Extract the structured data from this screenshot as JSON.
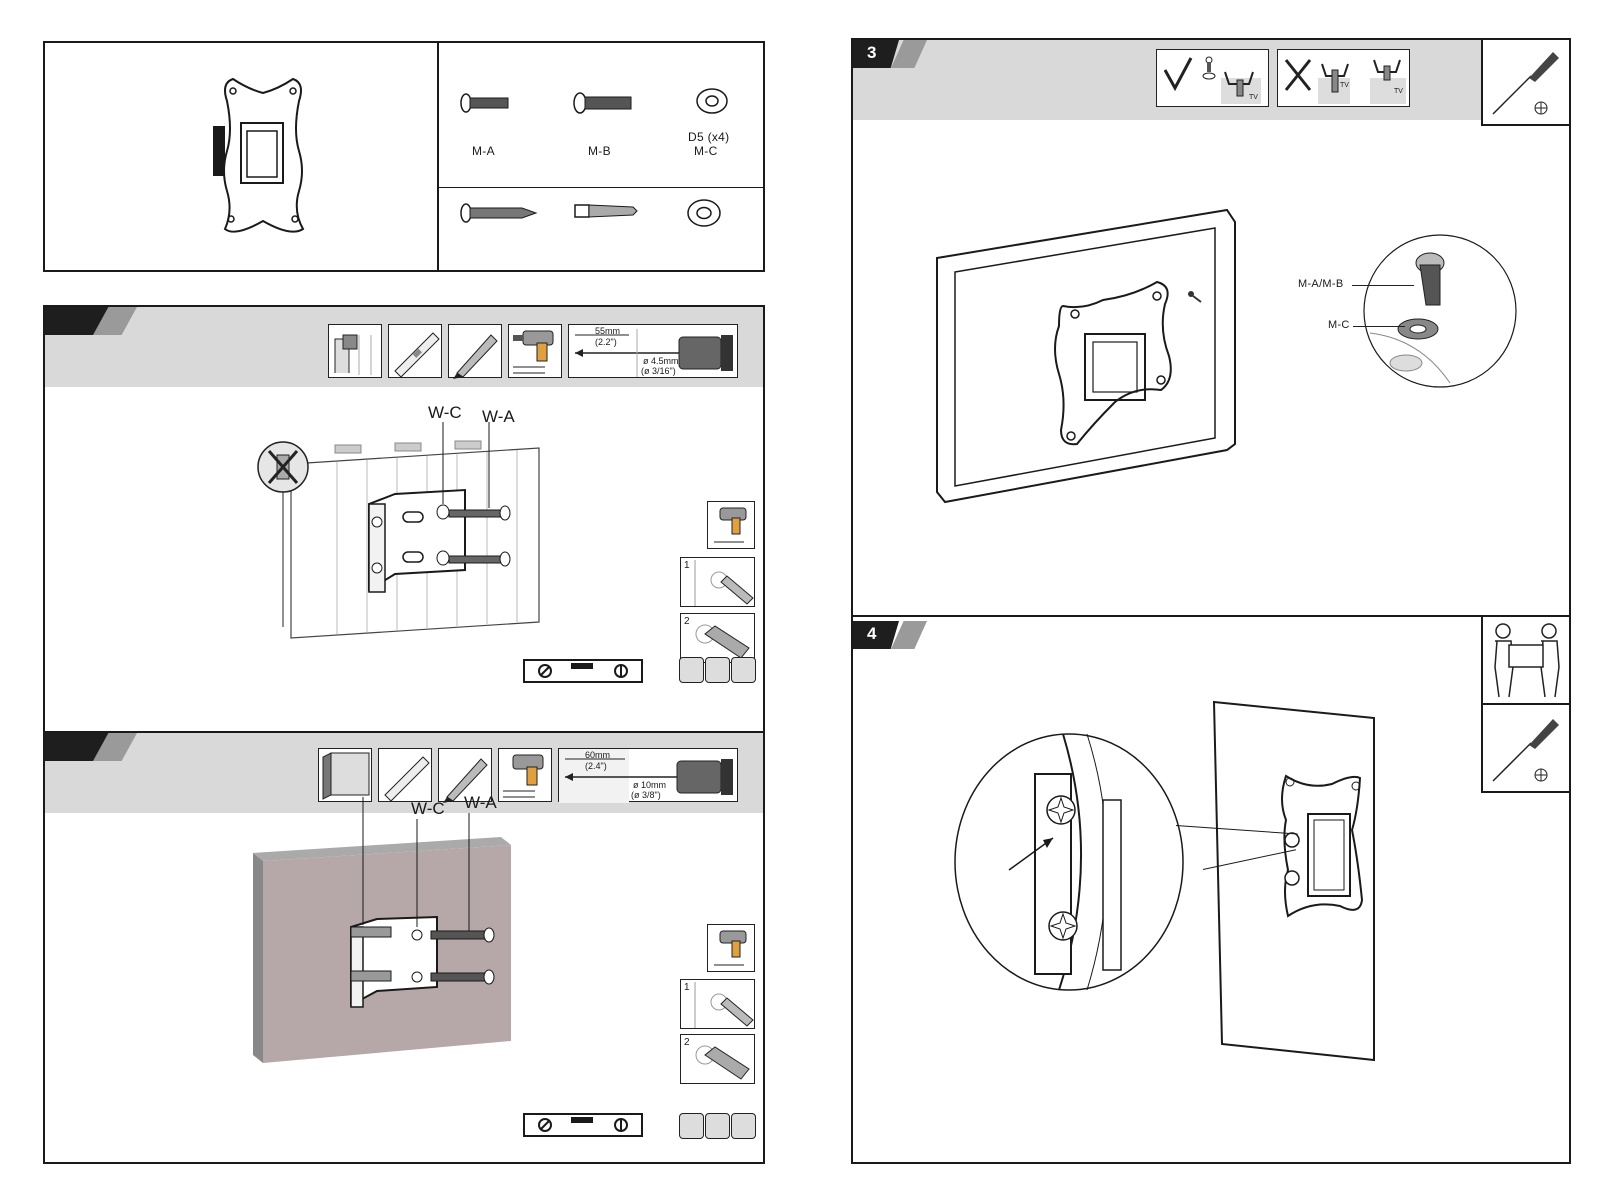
{
  "parts": {
    "ma_label": "M-A",
    "mb_label": "M-B",
    "mc_label": "M-C",
    "mc_qty": "D5 (x4)"
  },
  "step_wood": {
    "drill_length": "55mm",
    "drill_length_in": "(2.2\")",
    "drill_dia": "ø 4.5mm",
    "drill_dia_in": "(ø 3/16\")",
    "wc_label": "W-C",
    "wa_label": "W-A",
    "sub1": "1",
    "sub2": "2"
  },
  "step_concrete": {
    "drill_length": "60mm",
    "drill_length_in": "(2.4\")",
    "drill_dia": "ø 10mm",
    "drill_dia_in": "(ø 3/8\")",
    "wc_label": "W-C",
    "wa_label": "W-A",
    "sub1": "1",
    "sub2": "2"
  },
  "step3": {
    "number": "3",
    "tv_small": "TV",
    "ma_mb_label": "M-A/M-B",
    "mc_label": "M-C"
  },
  "step4": {
    "number": "4"
  }
}
